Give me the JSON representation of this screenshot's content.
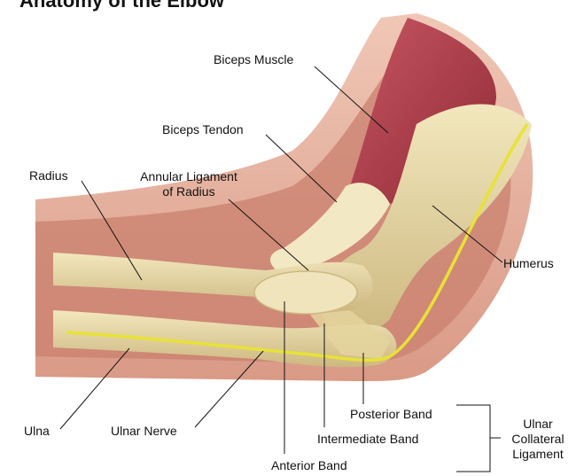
{
  "title": "Anatomy of the Elbow",
  "labels": {
    "biceps_muscle": "Biceps Muscle",
    "biceps_tendon": "Biceps Tendon",
    "radius": "Radius",
    "annular_ligament_line1": "Annular Ligament",
    "annular_ligament_line2": "of Radius",
    "humerus": "Humerus",
    "ulna": "Ulna",
    "ulnar_nerve": "Ulnar Nerve",
    "posterior_band": "Posterior Band",
    "intermediate_band": "Intermediate Band",
    "anterior_band": "Anterior Band",
    "ucl_line1": "Ulnar",
    "ucl_line2": "Collateral",
    "ucl_line3": "Ligament"
  },
  "colors": {
    "skin_outer": "#e8b6a4",
    "skin_inner": "#c9826f",
    "muscle": "#b8414c",
    "bone": "#e9dcab",
    "bone_shadow": "#c9b77c",
    "tendon": "#f1e6bf",
    "nerve": "#e8e236",
    "leader": "#111111"
  }
}
